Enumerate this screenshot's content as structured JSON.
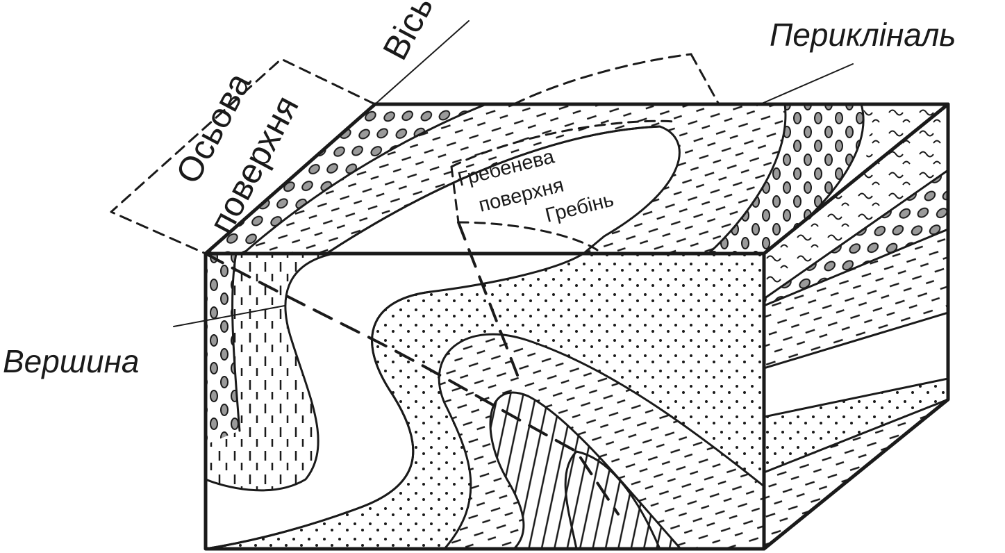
{
  "labels": {
    "axis": "Вісь",
    "axial_surface_line1": "Осьова",
    "axial_surface_line2": "поверхня",
    "pericline": "Перикліналь",
    "crest_surface_line1": "Гребенева",
    "crest_surface_line2": "поверхня",
    "crest": "Гребінь",
    "vertex": "Вершина"
  },
  "colors": {
    "ink": "#1a1a1a",
    "pebble_fill": "#9a9a9a",
    "background": "#ffffff"
  }
}
